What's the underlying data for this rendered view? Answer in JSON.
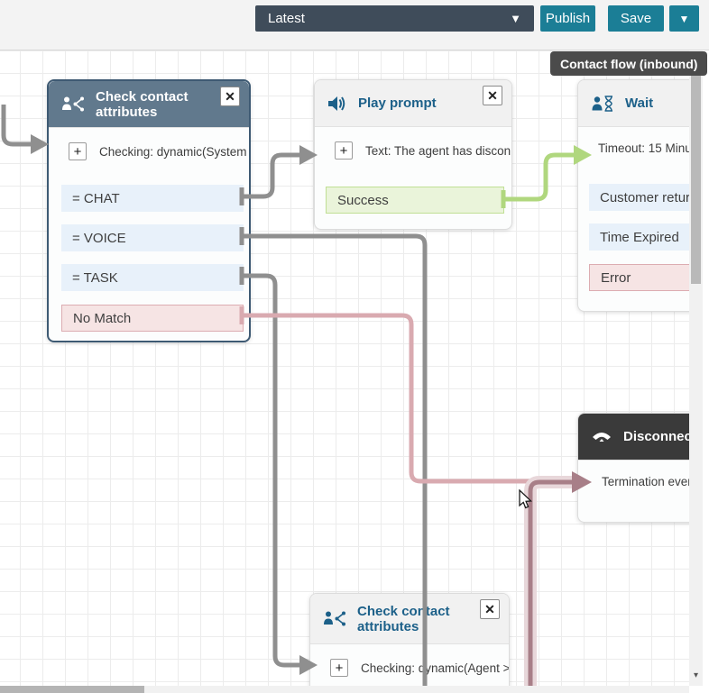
{
  "toolbar": {
    "version_label": "Latest",
    "publish_label": "Publish",
    "save_label": "Save",
    "caret": "▼"
  },
  "tooltip": "Contact flow (inbound)",
  "blocks": {
    "check1": {
      "title": "Check contact attributes",
      "icon": "contact-attributes-icon",
      "config": "Checking: dynamic(System ...",
      "branches": [
        {
          "label": "= CHAT",
          "type": "normal"
        },
        {
          "label": "= VOICE",
          "type": "normal"
        },
        {
          "label": "= TASK",
          "type": "normal"
        },
        {
          "label": "No Match",
          "type": "error"
        }
      ]
    },
    "play_prompt": {
      "title": "Play prompt",
      "icon": "speaker-icon",
      "config": "Text: The agent has discon...",
      "branches": [
        {
          "label": "Success",
          "type": "success"
        }
      ]
    },
    "wait": {
      "title": "Wait",
      "icon": "wait-hourglass-icon",
      "config": "Timeout: 15 Minu",
      "branches": [
        {
          "label": "Customer retur",
          "type": "normal"
        },
        {
          "label": "Time Expired",
          "type": "normal"
        },
        {
          "label": "Error",
          "type": "error"
        }
      ]
    },
    "disconnect": {
      "title": "Disconnect",
      "icon": "phone-disconnect-icon",
      "config": "Termination event"
    },
    "check2": {
      "title": "Check contact attributes",
      "icon": "contact-attributes-icon",
      "config": "Checking: dynamic(Agent >..."
    }
  },
  "ui": {
    "plus": "+",
    "close": "✕",
    "scroll_arrow_down": "▾"
  },
  "colors": {
    "accent_teal": "#1b7e96",
    "version_bg": "#3f4c5a",
    "selected_block_border": "#3e5a73",
    "slate_header": "#61798d",
    "dark_header": "#3a3a3a",
    "branch_blue": "#e8f1fa",
    "branch_error_bg": "#f6e4e4",
    "branch_success_bg": "#eaf4da",
    "connector_gray": "#8f8f8f",
    "connector_green": "#b0d77e",
    "connector_pink": "#d9aab0",
    "connector_selected": "#a87f88",
    "connector_halo": "#e8d7da"
  }
}
